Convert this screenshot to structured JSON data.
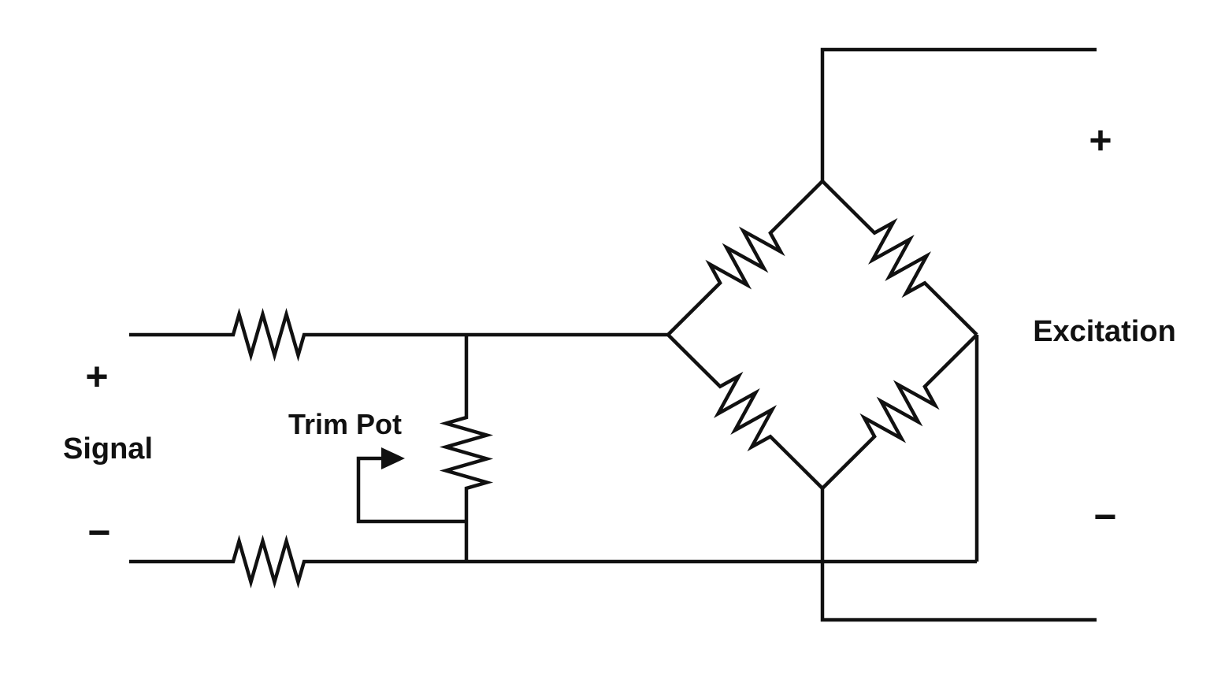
{
  "diagram": {
    "type": "circuit-schematic",
    "description": "Wheatstone bridge load-cell circuit with trim pot on the signal lines and excitation supply",
    "components": [
      "signal-plus-series-resistor",
      "signal-minus-series-resistor",
      "trim-pot-potentiometer",
      "bridge-resistor-top-left",
      "bridge-resistor-top-right",
      "bridge-resistor-bottom-left",
      "bridge-resistor-bottom-right",
      "wiper-arrow"
    ]
  },
  "labels": {
    "signal_plus": "+",
    "signal_name": "Signal",
    "signal_minus": "−",
    "trim_pot": "Trim Pot",
    "excitation_plus": "+",
    "excitation_name": "Excitation",
    "excitation_minus": "−"
  },
  "colors": {
    "line": "#111111",
    "text": "#111111",
    "background": "#ffffff"
  }
}
